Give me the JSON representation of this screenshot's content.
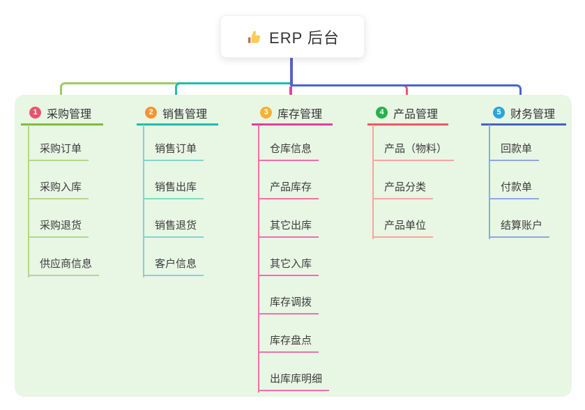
{
  "root": {
    "title": "ERP 后台",
    "icon": "thumbs-up-icon"
  },
  "branches": [
    {
      "index": "1",
      "label": "采购管理",
      "badge_color": "#ec536e",
      "line_color": "#7fbc35",
      "sub_line_color": "#b2d887",
      "items": [
        "采购订单",
        "采购入库",
        "采购退货",
        "供应商信息"
      ]
    },
    {
      "index": "2",
      "label": "销售管理",
      "badge_color": "#f8922e",
      "line_color": "#1fbcad",
      "sub_line_color": "#82d5cd",
      "items": [
        "销售订单",
        "销售出库",
        "销售退货",
        "客户信息"
      ]
    },
    {
      "index": "3",
      "label": "库存管理",
      "badge_color": "#f7b030",
      "line_color": "#e03d9d",
      "sub_line_color": "#ef6eb0",
      "items": [
        "仓库信息",
        "产品库存",
        "其它出库",
        "其它入库",
        "库存调拨",
        "库存盘点",
        "出库库明细"
      ]
    },
    {
      "index": "4",
      "label": "产品管理",
      "badge_color": "#27b14b",
      "line_color": "#f4545e",
      "sub_line_color": "#f9a3a0",
      "items": [
        "产品（物料）",
        "产品分类",
        "产品单位"
      ]
    },
    {
      "index": "5",
      "label": "财务管理",
      "badge_color": "#2ba3dd",
      "line_color": "#4361c2",
      "sub_line_color": "#8fa7e0",
      "items": [
        "回款单",
        "付款单",
        "结算账户"
      ]
    }
  ],
  "colors": {
    "canvas_background": "#ffffff",
    "panel_background": "#e8f6e4",
    "root_stem": "#5562c5",
    "text": "#333333"
  }
}
